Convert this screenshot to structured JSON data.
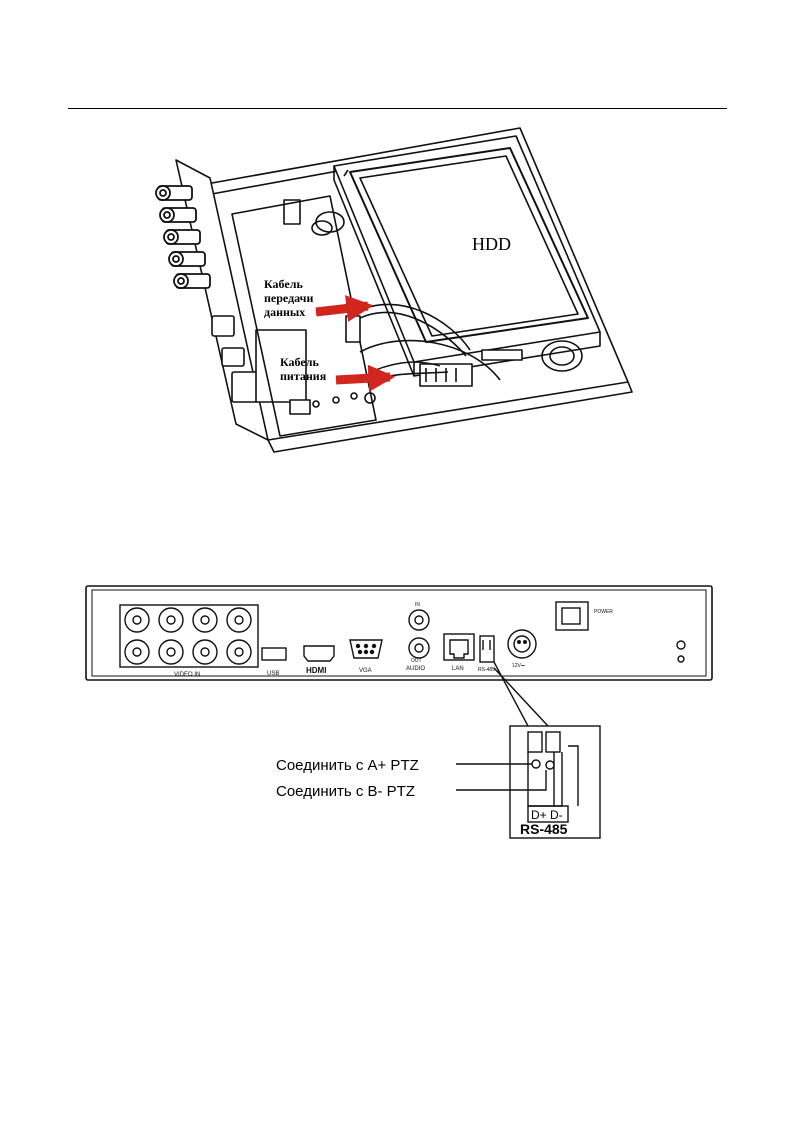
{
  "figure1": {
    "hdd_label": "HDD",
    "data_cable_label": [
      "Кабель",
      "передачи",
      "данных"
    ],
    "power_cable_label": [
      "Кабель",
      "питания"
    ],
    "arrow_color": "#d0261d"
  },
  "figure2": {
    "rear_panel": {
      "video_in_label": "VIDEO IN",
      "usb_label": "USB",
      "hdmi_label": "HDMI",
      "vga_label": "VGA",
      "in_label": "IN",
      "out_label": "OUT",
      "audio_label": "AUDIO",
      "lan_label": "LAN",
      "rs485_small_label": "RS-485",
      "power12v_label": "12V⎓",
      "power_switch_label": "POWER"
    },
    "connection_a": "Соединить с A+ PTZ",
    "connection_b": "Соединить с B- PTZ",
    "terminal_labels": "D+ D-",
    "rs485_label": "RS-485"
  }
}
